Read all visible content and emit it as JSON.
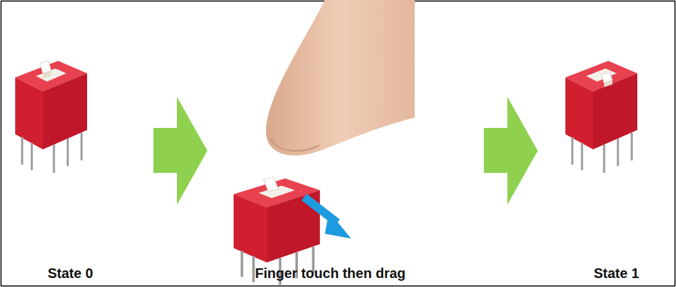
{
  "diagram": {
    "labels": [
      "State 0",
      "Finger touch then drag",
      "State 1"
    ]
  }
}
